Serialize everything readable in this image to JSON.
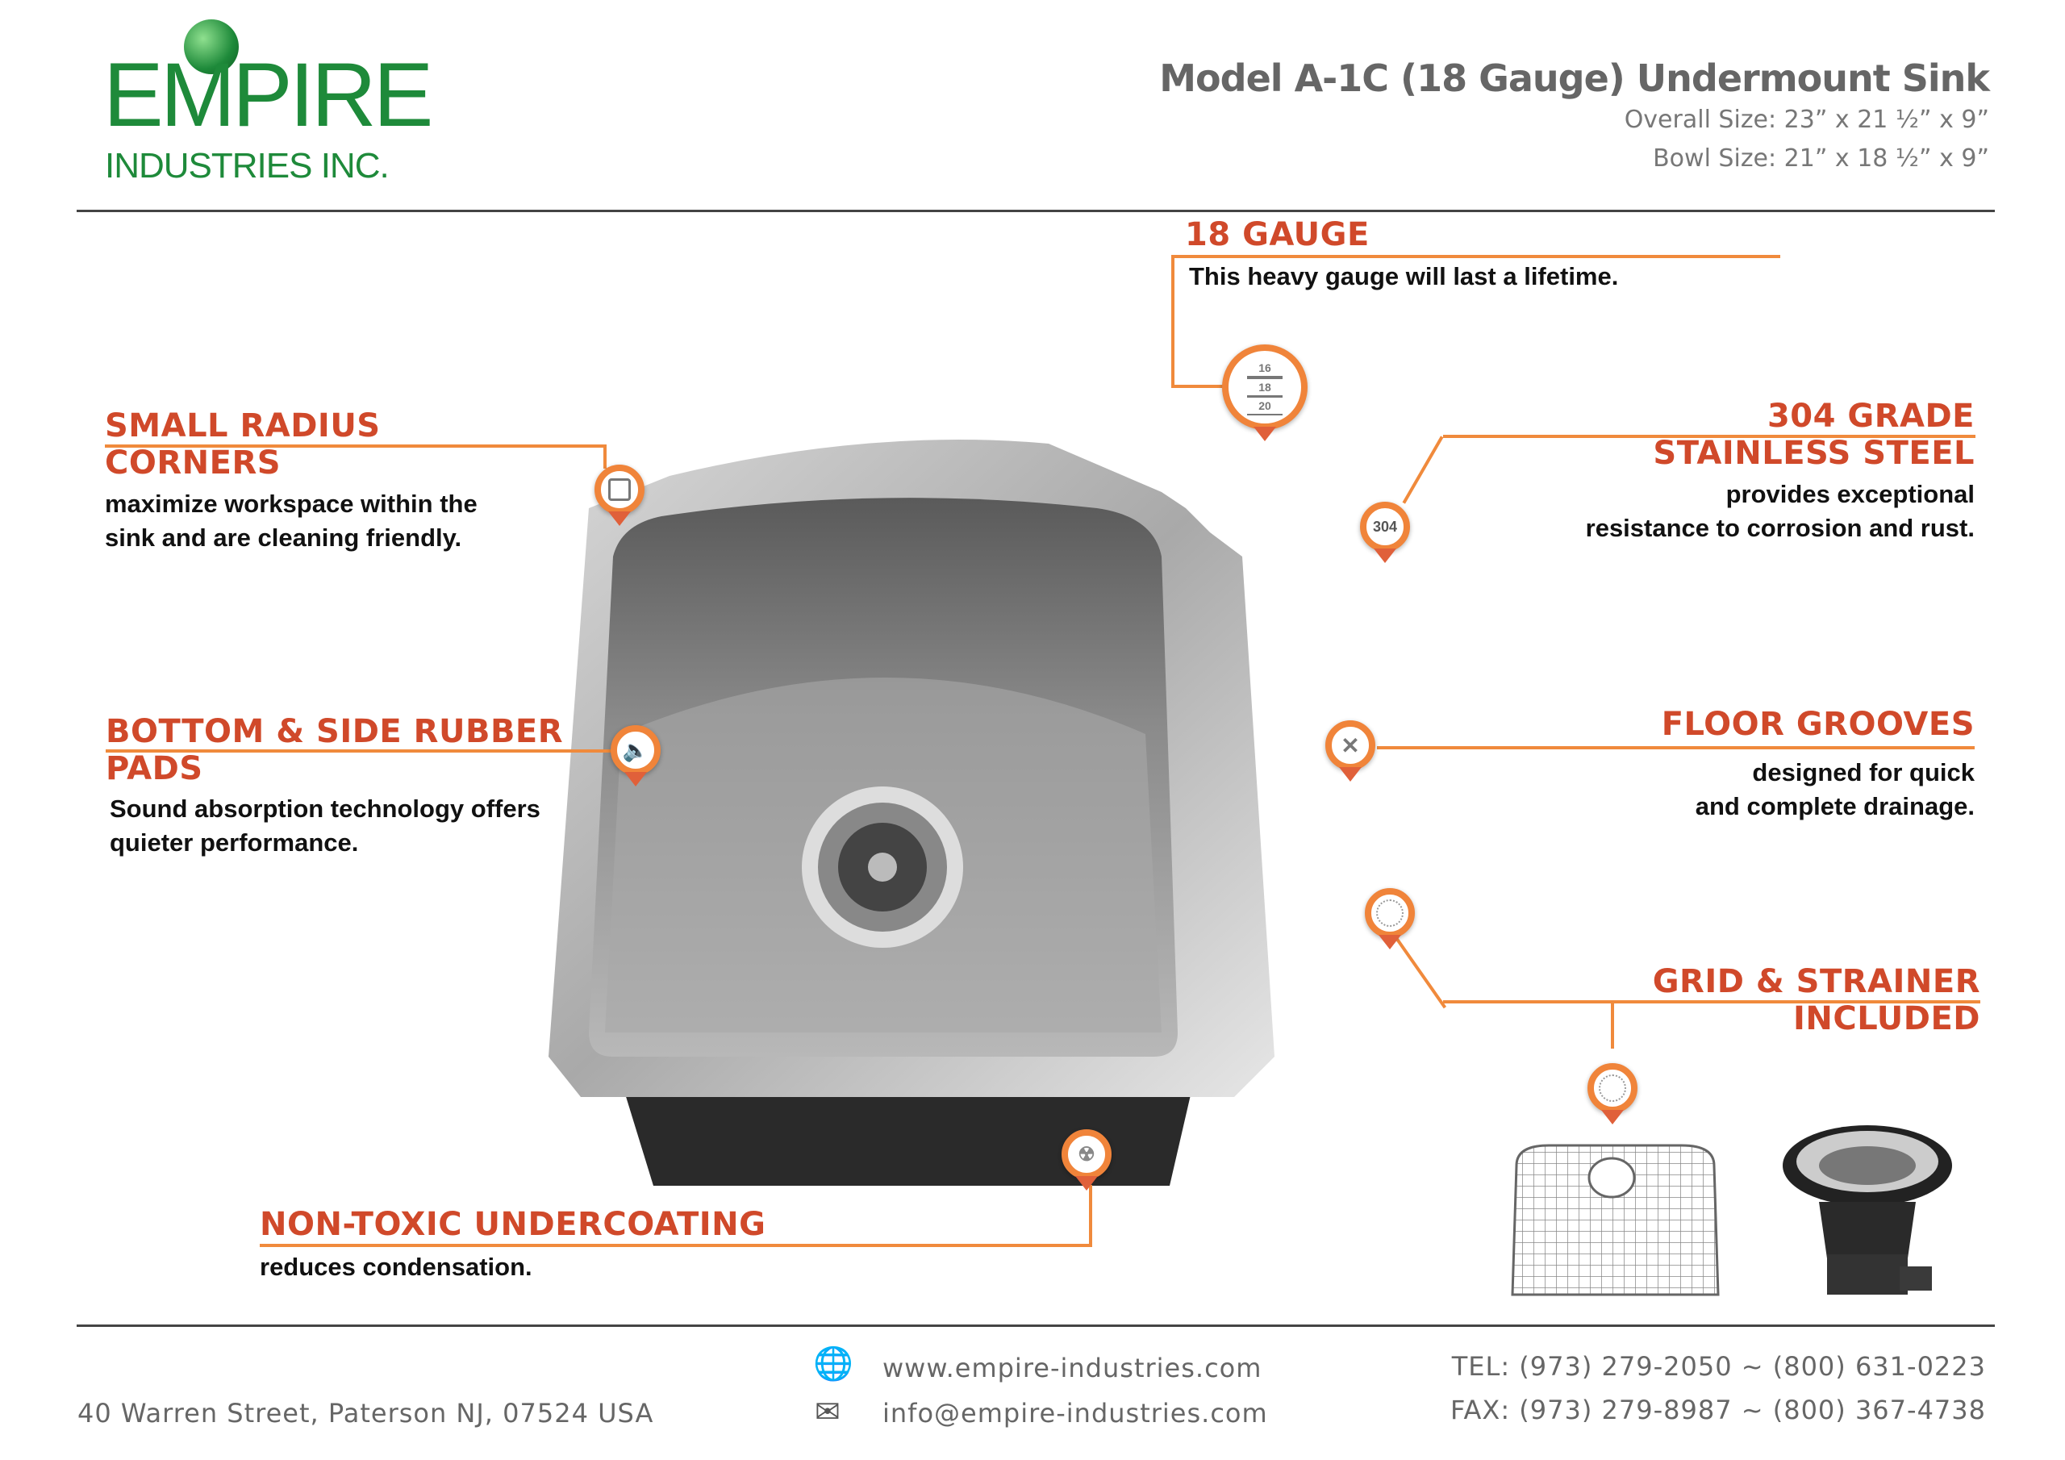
{
  "logo": {
    "name": "EMPIRE",
    "sub": "INDUSTRIES INC."
  },
  "header": {
    "title": "Model A-1C (18 Gauge) Undermount Sink",
    "overall_size": "Overall Size:  23” x 21 ½” x 9”",
    "bowl_size": "Bowl Size: 21” x 18 ½” x 9”"
  },
  "callouts": {
    "gauge": {
      "title": "18 GAUGE",
      "body": "This heavy gauge will last a lifetime.",
      "icon_labels": [
        "16",
        "18",
        "20"
      ]
    },
    "radius": {
      "title1": "SMALL RADIUS",
      "title2": "CORNERS",
      "body1": "maximize workspace  within  the",
      "body2": "sink and  are cleaning friendly."
    },
    "steel": {
      "title1": "304 GRADE",
      "title2": "STAINLESS STEEL",
      "body1": "provides exceptional",
      "body2": "resistance to corrosion and rust.",
      "icon_label": "304"
    },
    "pads": {
      "title1": "BOTTOM & SIDE RUBBER",
      "title2": "PADS",
      "body1": "Sound absorption technology offers",
      "body2": "quieter performance."
    },
    "grooves": {
      "title": "FLOOR GROOVES",
      "body1": "designed for quick",
      "body2": "and complete drainage."
    },
    "grid": {
      "title1": "GRID & STRAINER",
      "title2": "INCLUDED"
    },
    "coating": {
      "title": "NON-TOXIC UNDERCOATING",
      "body": "reduces condensation."
    }
  },
  "footer": {
    "address": "40 Warren Street, Paterson NJ, 07524 USA",
    "website": "www.empire-industries.com",
    "email": "info@empire-industries.com",
    "tel": "TEL: (973) 279-2050 ~ (800) 631-0223",
    "fax": "FAX: (973) 279-8987 ~ (800) 367-4738"
  },
  "colors": {
    "brand": "#1e8a3a",
    "accent": "#f08a3c",
    "heading": "#d0492a"
  }
}
